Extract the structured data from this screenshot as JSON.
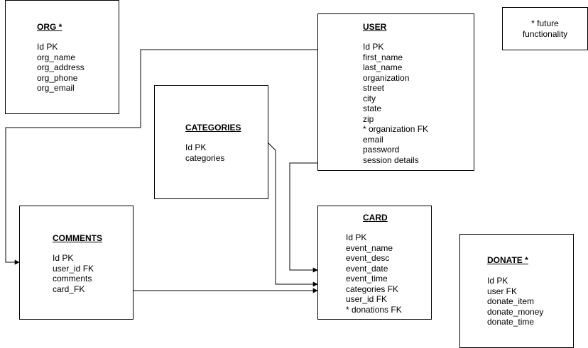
{
  "entities": {
    "org": {
      "title": "ORG *",
      "fields": [
        "Id PK",
        "org_name",
        "org_address",
        "org_phone",
        "org_email"
      ]
    },
    "user": {
      "title": "USER",
      "fields": [
        "Id PK",
        "first_name",
        "last_name",
        "organization",
        "street",
        "city",
        "state",
        "zip",
        "* organization FK",
        "email",
        "password",
        "session details"
      ]
    },
    "categories": {
      "title": "CATEGORIES",
      "fields": [
        "Id PK",
        "categories"
      ]
    },
    "comments": {
      "title": "COMMENTS",
      "fields": [
        "Id PK",
        "user_id FK",
        "comments",
        "card_FK"
      ]
    },
    "card": {
      "title": "CARD",
      "fields": [
        "Id PK",
        "event_name",
        "event_desc",
        "event_date",
        "event_time",
        "categories FK",
        "user_id FK",
        "* donations FK"
      ]
    },
    "donate": {
      "title": "DONATE *",
      "fields": [
        "Id PK",
        "user FK",
        "donate_item",
        "donate_money",
        "donate_time"
      ]
    }
  },
  "note": {
    "line1": "* future",
    "line2": "functionality"
  }
}
